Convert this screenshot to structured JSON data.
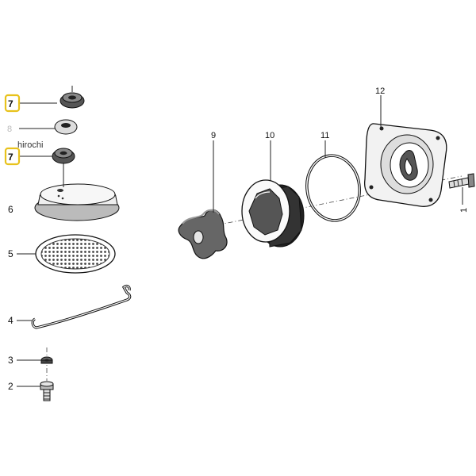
{
  "watermark": "hirochi",
  "callouts": {
    "c7_top": "7",
    "c8": "8",
    "c7_bottom": "7",
    "c6": "6",
    "c5": "5",
    "c4": "4",
    "c3": "3",
    "c2": "2",
    "c9": "9",
    "c10": "10",
    "c11": "11",
    "c12": "12",
    "c1": "1"
  },
  "colors": {
    "highlight_box": "#e8c21c",
    "line": "#222222",
    "background": "#ffffff"
  }
}
